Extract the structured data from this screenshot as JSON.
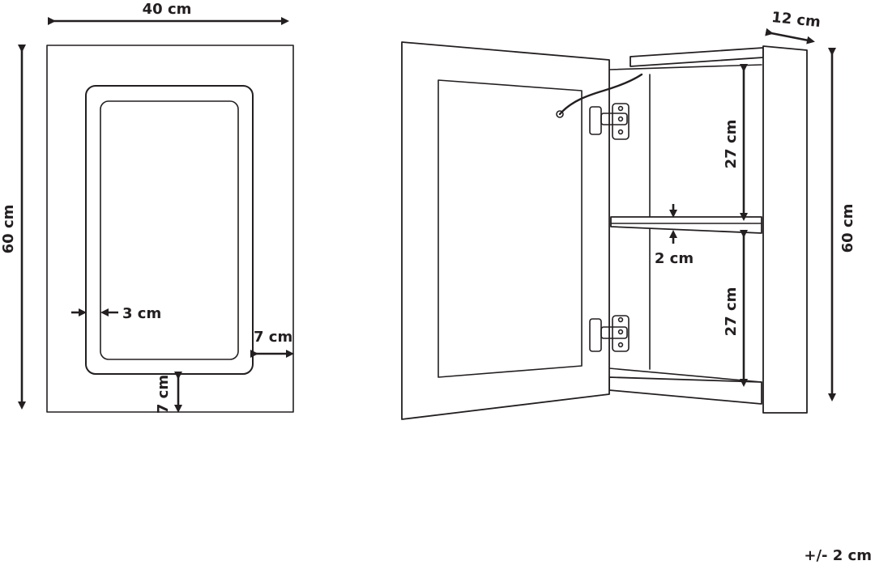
{
  "front_view": {
    "width_label": "40 cm",
    "height_label": "60 cm",
    "frame_label": "3 cm",
    "side_margin_label": "7 cm",
    "bottom_margin_label": "7 cm"
  },
  "open_view": {
    "depth_label": "12 cm",
    "height_label": "60 cm",
    "upper_compartment_label": "27 cm",
    "shelf_thickness_label": "2 cm",
    "lower_compartment_label": "27 cm"
  },
  "tolerance_label": "+/- 2 cm",
  "colors": {
    "ink": "#231f20",
    "background": "#ffffff"
  }
}
